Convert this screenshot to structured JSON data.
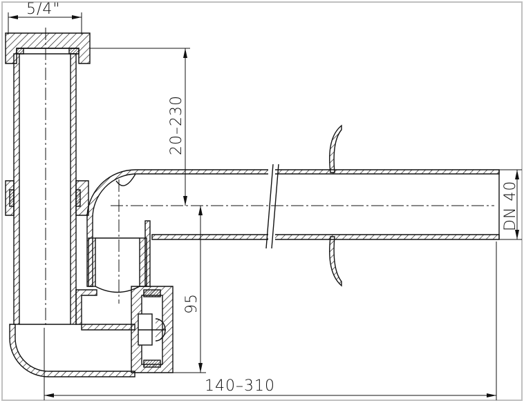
{
  "drawing": {
    "title": "Bottle siphon sectional drawing",
    "dimensions": {
      "inlet_thread": "5/4\"",
      "vertical_adjust": "20–230",
      "outlet_height": "95",
      "horizontal_adjust": "140–310",
      "outlet_diameter": "DN 40"
    }
  },
  "colors": {
    "line": "#111111",
    "frame": "#bfbfbf",
    "background": "#ffffff"
  }
}
